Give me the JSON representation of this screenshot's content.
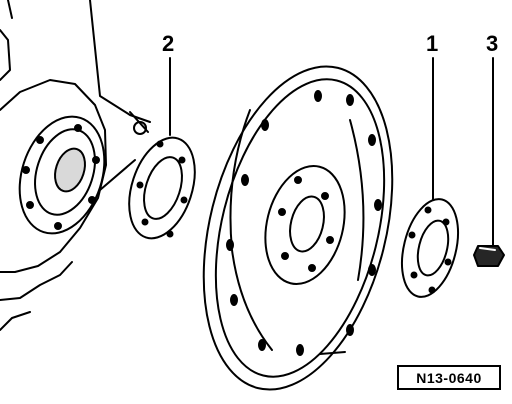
{
  "callouts": {
    "flex_plate": "1",
    "shim": "2",
    "bolt": "3"
  },
  "reference": "N13-0640",
  "colors": {
    "line": "#000000",
    "background": "#ffffff"
  }
}
